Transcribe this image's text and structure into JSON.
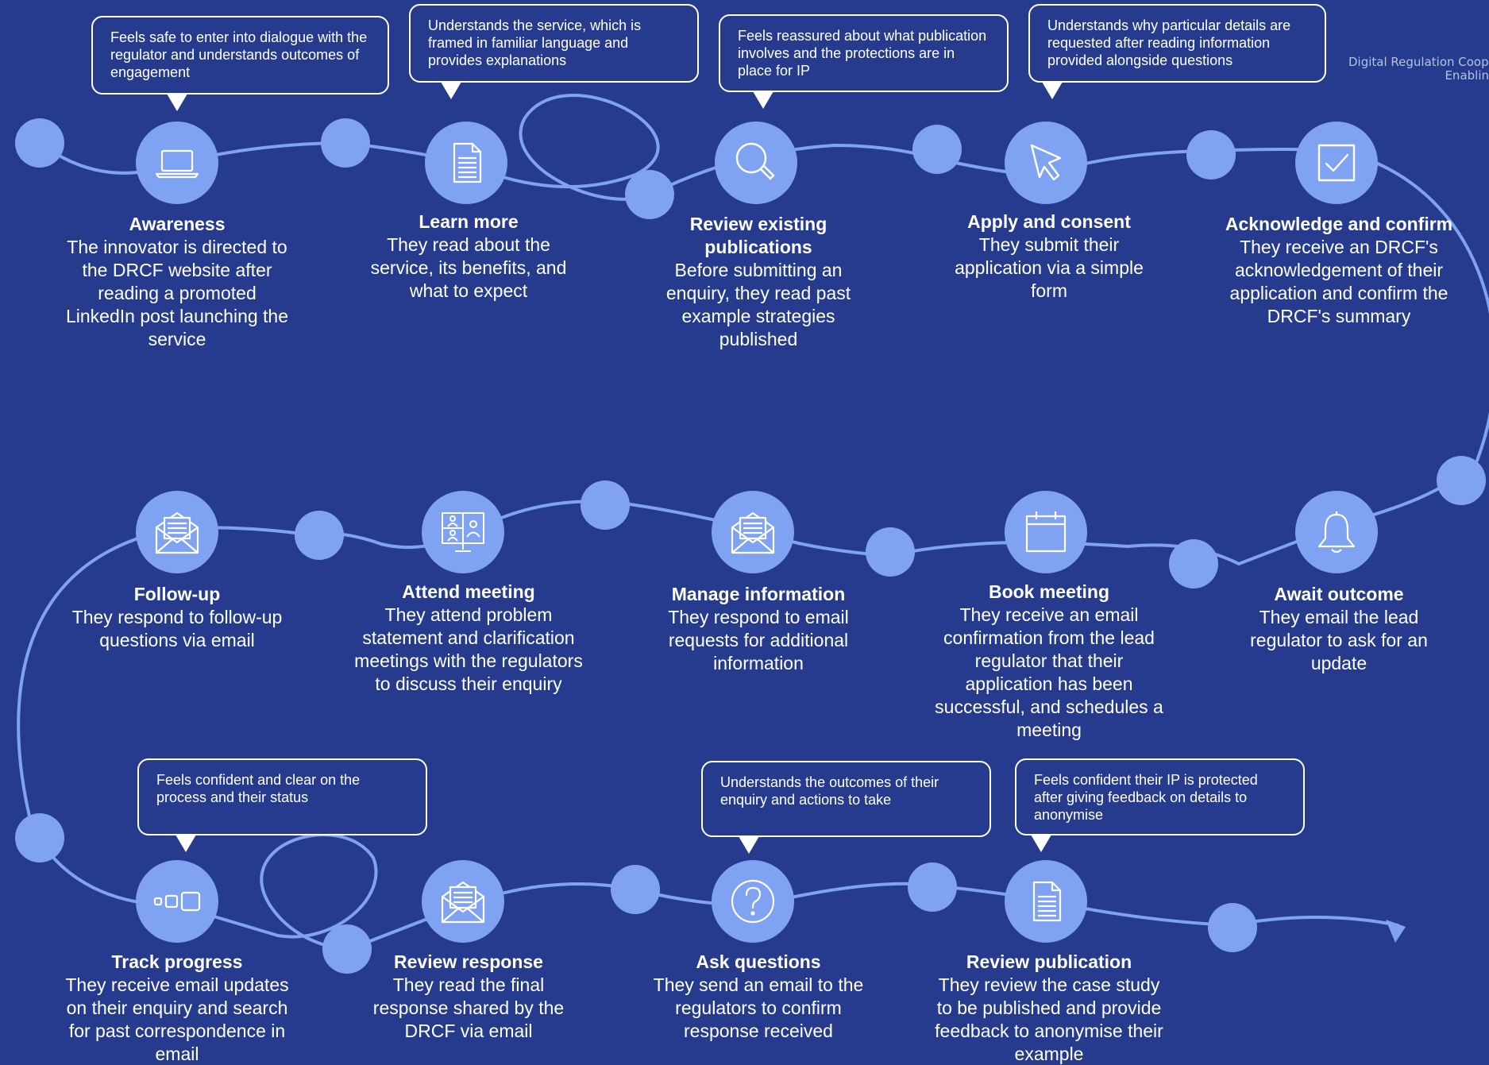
{
  "organisation": {
    "line1": "Digital Regulation Coope",
    "line2": "Enablin"
  },
  "colors": {
    "background": "#263A8E",
    "accent": "#7FA3F2",
    "text": "#FFFFFF"
  },
  "stages": [
    {
      "title": "Awareness",
      "description": "The innovator is directed to the DRCF website after reading a promoted LinkedIn post launching the service",
      "icon": "laptop-icon"
    },
    {
      "title": "Learn more",
      "description": "They read about the service, its benefits, and what to expect",
      "icon": "document-icon"
    },
    {
      "title": "Review existing publications",
      "description": "Before submitting an enquiry, they read past example strategies published",
      "icon": "magnifier-icon"
    },
    {
      "title": "Apply and consent",
      "description": "They submit their application via a simple form",
      "icon": "cursor-icon"
    },
    {
      "title": "Acknowledge and confirm",
      "description": "They receive an DRCF's acknowledgement of their application and confirm the DRCF's summary",
      "icon": "checkbox-icon"
    },
    {
      "title": "Follow-up",
      "description": "They respond to follow-up questions via email",
      "icon": "envelope-icon"
    },
    {
      "title": "Attend meeting",
      "description": "They attend problem statement and clarification meetings with the regulators to discuss their enquiry",
      "icon": "video-call-icon"
    },
    {
      "title": "Manage information",
      "description": "They respond to email requests for additional information",
      "icon": "envelope-icon"
    },
    {
      "title": "Book meeting",
      "description": "They receive an email confirmation from the lead regulator that their application has been successful, and schedules a meeting",
      "icon": "calendar-icon"
    },
    {
      "title": "Await outcome",
      "description": "They email the lead regulator to ask for an update",
      "icon": "bell-icon"
    },
    {
      "title": "Track progress",
      "description": "They receive email updates on their enquiry and search for past correspondence in email",
      "icon": "progress-icon"
    },
    {
      "title": "Review response",
      "description": "They read the final response shared by the DRCF via email",
      "icon": "envelope-icon"
    },
    {
      "title": "Ask questions",
      "description": "They send an email to the regulators to confirm response received",
      "icon": "question-icon"
    },
    {
      "title": "Review publication",
      "description": "They review the case study to be published and provide feedback to anonymise their example",
      "icon": "document-icon"
    }
  ],
  "callouts": [
    "Feels safe to enter into dialogue with the regulator and understands outcomes of engagement",
    "Understands the service, which is framed in familiar language and provides explanations",
    "Feels reassured about what publication involves and the protections are in place for IP",
    "Understands why particular details are requested after reading information provided alongside questions",
    "Feels confident and clear on the process and their status",
    "Understands the outcomes of their enquiry and actions to take",
    "Feels confident their IP is protected after giving feedback on details to anonymise"
  ]
}
